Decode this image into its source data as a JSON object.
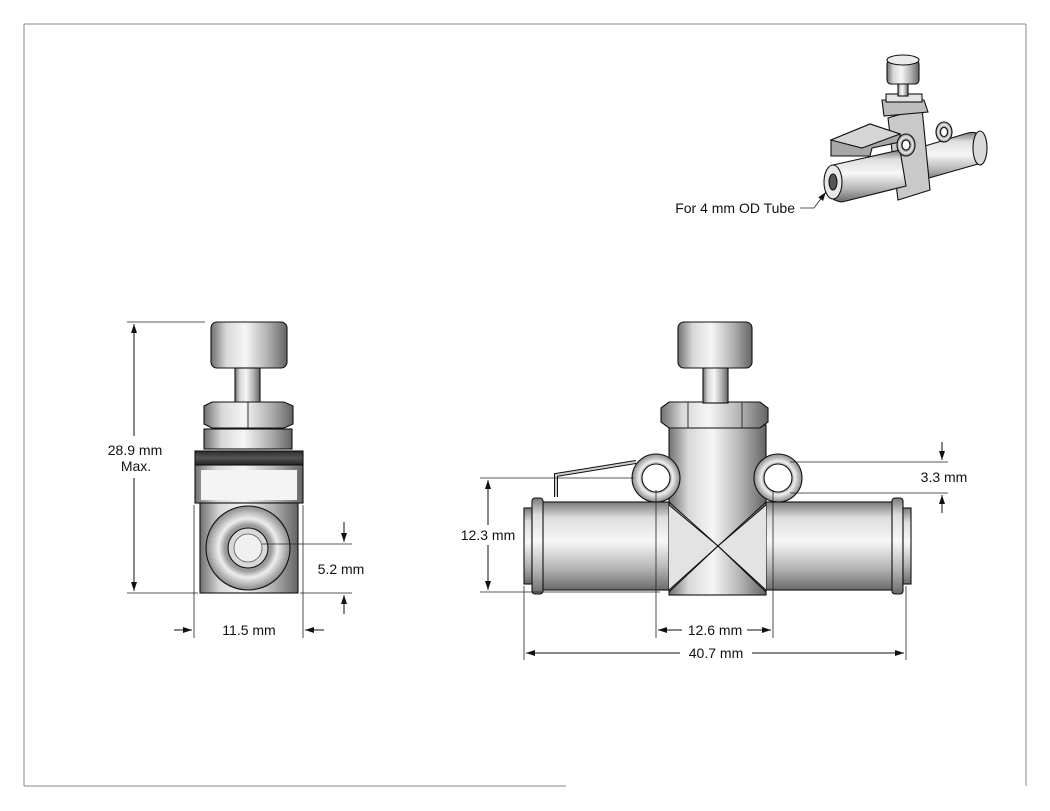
{
  "drawing": {
    "iso_callout": "For 4 mm OD Tube",
    "side_view": {
      "height_label": "28.9 mm",
      "height_qualifier": "Max.",
      "port_label": "5.2 mm",
      "width_label": "11.5 mm"
    },
    "front_view": {
      "body_height_label": "12.3 mm",
      "port_offset_label": "3.3 mm",
      "center_width_label": "12.6 mm",
      "overall_length_label": "40.7 mm"
    }
  },
  "colors": {
    "line": "#111111",
    "metal_light": "#f2f2f2",
    "metal_mid": "#b9b9b9",
    "metal_dark": "#6f6f6f",
    "background": "#ffffff"
  }
}
